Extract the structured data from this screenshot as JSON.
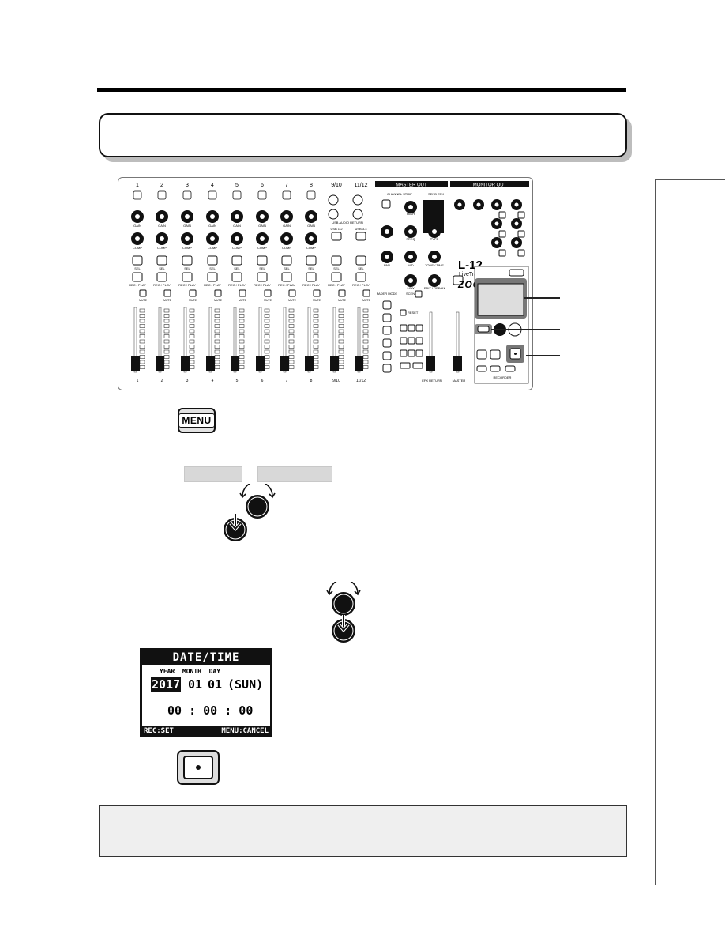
{
  "mixer": {
    "channel_numbers": [
      "1",
      "2",
      "3",
      "4",
      "5",
      "6",
      "7",
      "8",
      "9/10",
      "11/12"
    ],
    "bottom_numbers": [
      "1",
      "2",
      "3",
      "4",
      "5",
      "6",
      "7",
      "8",
      "9/10",
      "11/12"
    ],
    "master_out": "MASTER OUT",
    "monitor_out": "MONITOR OUT",
    "model": "L-12",
    "model_sub": "LiveTrak",
    "brand": "ZOOM",
    "gain": "GAIN",
    "comp": "COMP",
    "sel": "SEL",
    "rec_play": "REC / PLAY",
    "mute": "MUTE",
    "usb_audio_return": "USB AUDIO RETURN",
    "usb12": "USB 1-2",
    "usb34": "USB 3-4",
    "channel_strip": "CHANNEL STRIP",
    "send_efx": "SEND EFX",
    "high": "HIGH",
    "mid": "MID",
    "freq": "FREQ",
    "low": "LOW",
    "pan": "PAN",
    "type": "TYPE",
    "tone": "TONE / TIME",
    "edit": "EDIT / REDAN",
    "fader_mode": "FADER MODE",
    "scene": "SCENE",
    "reset": "RESET",
    "efx_return": "EFX RETURN",
    "master": "MASTER",
    "recorder": "RECORDER"
  },
  "menu_key_label": "MENU",
  "screen": {
    "title": "DATE/TIME",
    "headers": "YEAR  MONTH  DAY",
    "year": "2017",
    "month": "01",
    "day": "01",
    "weekday": "(SUN)",
    "time": "00 : 00 : 00",
    "foot_left": "REC:SET",
    "foot_right": "MENU:CANCEL"
  }
}
